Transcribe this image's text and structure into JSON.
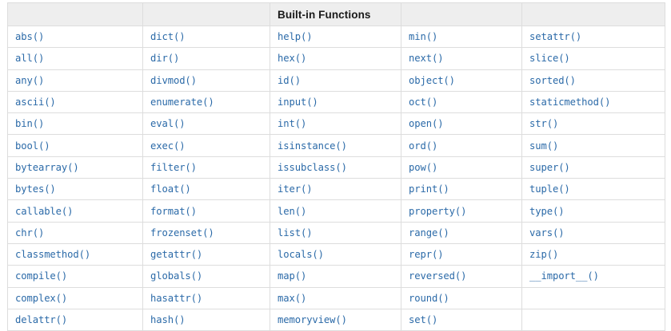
{
  "page": {
    "background_color": "#ffffff",
    "title": "Built-in Functions"
  },
  "table": {
    "name": "built-in-functions-table",
    "header_title": "Built-in Functions",
    "header_title_column_index": 2,
    "header_background_color": "#eeeeee",
    "header_text_color": "#1a1a1a",
    "border_color": "#dddddd",
    "cell_background_color": "#ffffff",
    "link_color": "#2b6aa8",
    "column_count": 5,
    "row_count": 14,
    "headers": [
      "",
      "",
      "Built-in Functions",
      "",
      ""
    ],
    "rows": [
      [
        "abs()",
        "dict()",
        "help()",
        "min()",
        "setattr()"
      ],
      [
        "all()",
        "dir()",
        "hex()",
        "next()",
        "slice()"
      ],
      [
        "any()",
        "divmod()",
        "id()",
        "object()",
        "sorted()"
      ],
      [
        "ascii()",
        "enumerate()",
        "input()",
        "oct()",
        "staticmethod()"
      ],
      [
        "bin()",
        "eval()",
        "int()",
        "open()",
        "str()"
      ],
      [
        "bool()",
        "exec()",
        "isinstance()",
        "ord()",
        "sum()"
      ],
      [
        "bytearray()",
        "filter()",
        "issubclass()",
        "pow()",
        "super()"
      ],
      [
        "bytes()",
        "float()",
        "iter()",
        "print()",
        "tuple()"
      ],
      [
        "callable()",
        "format()",
        "len()",
        "property()",
        "type()"
      ],
      [
        "chr()",
        "frozenset()",
        "list()",
        "range()",
        "vars()"
      ],
      [
        "classmethod()",
        "getattr()",
        "locals()",
        "repr()",
        "zip()"
      ],
      [
        "compile()",
        "globals()",
        "map()",
        "reversed()",
        "__import__()"
      ],
      [
        "complex()",
        "hasattr()",
        "max()",
        "round()",
        ""
      ],
      [
        "delattr()",
        "hash()",
        "memoryview()",
        "set()",
        ""
      ]
    ]
  }
}
